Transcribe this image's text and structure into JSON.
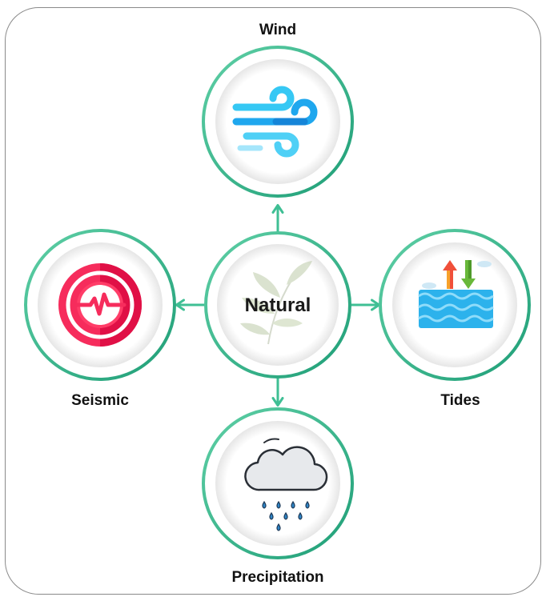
{
  "diagram": {
    "center": {
      "label": "Natural",
      "icon": "leaf-branch-icon"
    },
    "nodes": [
      {
        "id": "wind",
        "label": "Wind",
        "icon": "wind-icon"
      },
      {
        "id": "seismic",
        "label": "Seismic",
        "icon": "seismic-pulse-icon"
      },
      {
        "id": "tides",
        "label": "Tides",
        "icon": "tides-wave-icon"
      },
      {
        "id": "precipitation",
        "label": "Precipitation",
        "icon": "rain-cloud-icon"
      }
    ],
    "colors": {
      "ring": "#3fbf94",
      "ring_dark": "#1f9e77",
      "arrow": "#3fbf94",
      "wind": "#25b6f0",
      "seismic": "#f5255a",
      "tides_water": "#2cb2ec",
      "tides_up": "#f0503a",
      "tides_down": "#69b83a",
      "rain_drop": "#2f86c8"
    }
  }
}
